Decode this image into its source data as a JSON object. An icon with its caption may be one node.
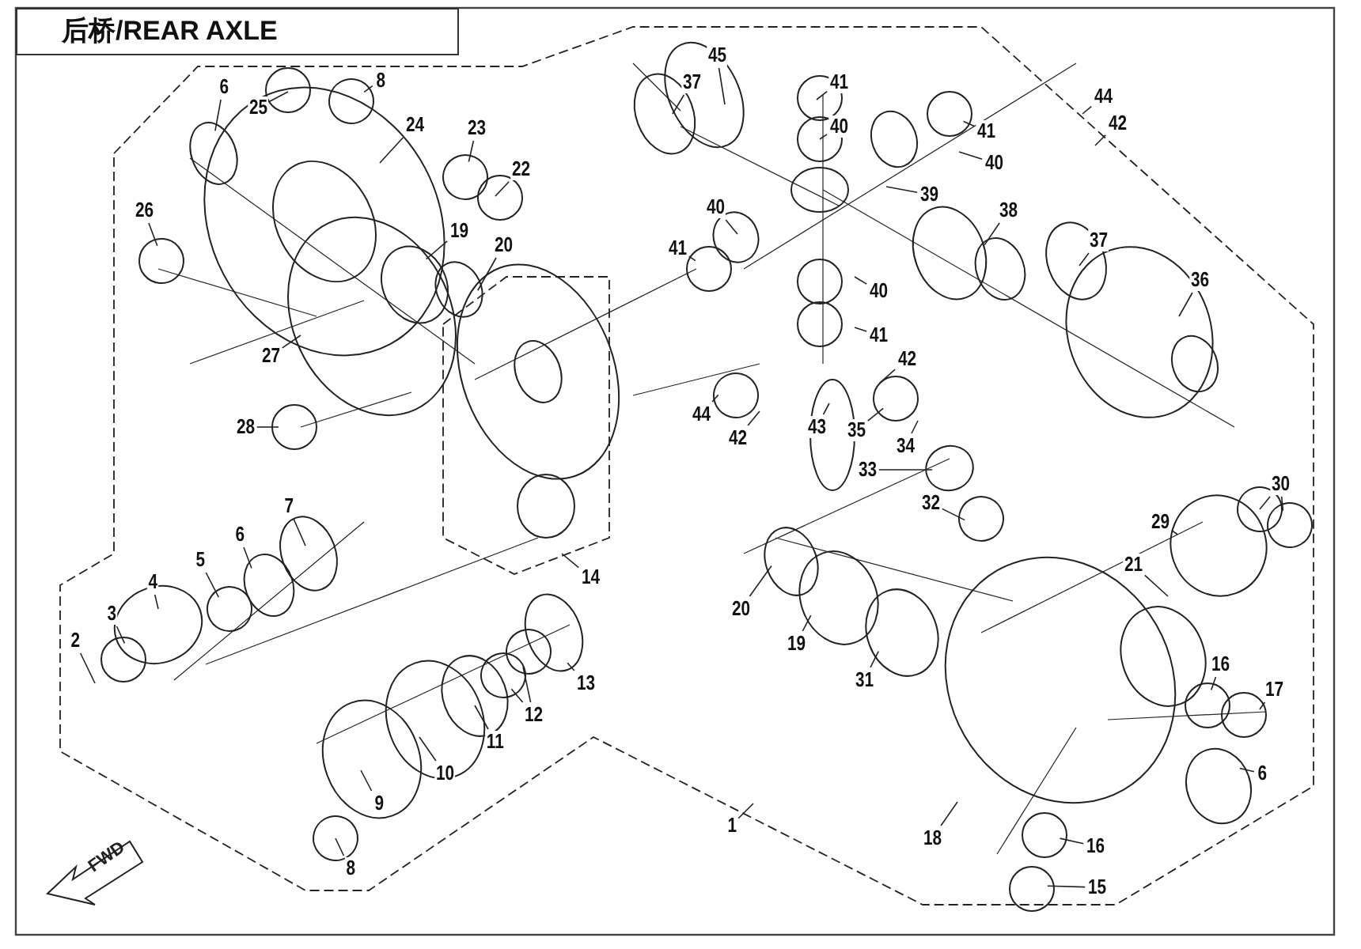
{
  "diagram": {
    "title": "后桥/REAR AXLE",
    "nodes": [
      {
        "text": [
          "6"
        ]
      },
      {
        "text": [
          "25"
        ]
      },
      {
        "text": [
          "8"
        ]
      },
      {
        "text": [
          "24"
        ]
      },
      {
        "text": [
          "23"
        ]
      },
      {
        "text": [
          "22"
        ]
      },
      {
        "text": [
          "26"
        ]
      },
      {
        "text": [
          "19"
        ]
      },
      {
        "text": [
          "20"
        ]
      },
      {
        "text": [
          "27"
        ]
      },
      {
        "text": [
          "28"
        ]
      },
      {
        "text": [
          "37"
        ]
      },
      {
        "text": [
          "45"
        ]
      },
      {
        "text": [
          "41"
        ]
      },
      {
        "text": [
          "40"
        ]
      },
      {
        "text": [
          "44"
        ]
      },
      {
        "text": [
          "42"
        ]
      },
      {
        "text": [
          "41"
        ]
      },
      {
        "text": [
          "40"
        ]
      },
      {
        "text": [
          "39"
        ]
      },
      {
        "text": [
          "38"
        ]
      },
      {
        "text": [
          "37"
        ]
      },
      {
        "text": [
          "36"
        ]
      },
      {
        "text": [
          "40"
        ]
      },
      {
        "text": [
          "41"
        ]
      },
      {
        "text": [
          "40"
        ]
      },
      {
        "text": [
          "41"
        ]
      },
      {
        "text": [
          "42"
        ]
      },
      {
        "text": [
          "44"
        ]
      },
      {
        "text": [
          "42"
        ]
      },
      {
        "text": [
          "43"
        ]
      },
      {
        "text": [
          "35"
        ]
      },
      {
        "text": [
          "34"
        ]
      },
      {
        "text": [
          "33"
        ]
      },
      {
        "text": [
          "32"
        ]
      },
      {
        "text": [
          "30"
        ]
      },
      {
        "text": [
          "29"
        ]
      },
      {
        "text": [
          "21"
        ]
      },
      {
        "text": [
          "14"
        ]
      },
      {
        "text": [
          "7"
        ]
      },
      {
        "text": [
          "6"
        ]
      },
      {
        "text": [
          "5"
        ]
      },
      {
        "text": [
          "4"
        ]
      },
      {
        "text": [
          "3"
        ]
      },
      {
        "text": [
          "2"
        ]
      },
      {
        "text": [
          "20"
        ]
      },
      {
        "text": [
          "19"
        ]
      },
      {
        "text": [
          "31"
        ]
      },
      {
        "text": [
          "16"
        ]
      },
      {
        "text": [
          "17"
        ]
      },
      {
        "text": [
          "6"
        ]
      },
      {
        "text": [
          "13"
        ]
      },
      {
        "text": [
          "12"
        ]
      },
      {
        "text": [
          "11"
        ]
      },
      {
        "text": [
          "10"
        ]
      },
      {
        "text": [
          "9"
        ]
      },
      {
        "text": [
          "1"
        ]
      },
      {
        "text": [
          "18"
        ]
      },
      {
        "text": [
          "16"
        ]
      },
      {
        "text": [
          "8"
        ]
      },
      {
        "text": [
          "15"
        ]
      }
    ],
    "edges": [
      {
        "from": 0,
        "to": null,
        "arrow": "none"
      },
      {
        "from": 1,
        "to": null,
        "arrow": "none"
      },
      {
        "from": 2,
        "to": null,
        "arrow": "none"
      },
      {
        "from": 3,
        "to": null,
        "arrow": "none"
      },
      {
        "from": 4,
        "to": null,
        "arrow": "none"
      },
      {
        "from": 5,
        "to": null,
        "arrow": "none"
      },
      {
        "from": 6,
        "to": null,
        "arrow": "none"
      },
      {
        "from": 7,
        "to": null,
        "arrow": "none"
      },
      {
        "from": 8,
        "to": null,
        "arrow": "none"
      },
      {
        "from": 9,
        "to": null,
        "arrow": "none"
      },
      {
        "from": 10,
        "to": null,
        "arrow": "none"
      },
      {
        "from": 11,
        "to": null,
        "arrow": "none"
      },
      {
        "from": 12,
        "to": null,
        "arrow": "none"
      },
      {
        "from": 13,
        "to": null,
        "arrow": "none"
      },
      {
        "from": 14,
        "to": null,
        "arrow": "none"
      },
      {
        "from": 15,
        "to": null,
        "arrow": "none"
      },
      {
        "from": 16,
        "to": null,
        "arrow": "none"
      },
      {
        "from": 17,
        "to": null,
        "arrow": "none"
      },
      {
        "from": 18,
        "to": null,
        "arrow": "none"
      },
      {
        "from": 19,
        "to": null,
        "arrow": "none"
      },
      {
        "from": 20,
        "to": null,
        "arrow": "none"
      },
      {
        "from": 21,
        "to": null,
        "arrow": "none"
      },
      {
        "from": 22,
        "to": null,
        "arrow": "none"
      },
      {
        "from": 23,
        "to": null,
        "arrow": "none"
      },
      {
        "from": 24,
        "to": null,
        "arrow": "none"
      },
      {
        "from": 25,
        "to": null,
        "arrow": "none"
      },
      {
        "from": 26,
        "to": null,
        "arrow": "none"
      },
      {
        "from": 27,
        "to": null,
        "arrow": "none"
      },
      {
        "from": 28,
        "to": null,
        "arrow": "none"
      },
      {
        "from": 29,
        "to": null,
        "arrow": "none"
      },
      {
        "from": 30,
        "to": null,
        "arrow": "none"
      },
      {
        "from": 31,
        "to": null,
        "arrow": "none"
      },
      {
        "from": 32,
        "to": null,
        "arrow": "none"
      },
      {
        "from": 33,
        "to": null,
        "arrow": "none"
      },
      {
        "from": 34,
        "to": null,
        "arrow": "none"
      },
      {
        "from": 35,
        "to": null,
        "arrow": "none"
      },
      {
        "from": 36,
        "to": null,
        "arrow": "none"
      },
      {
        "from": 37,
        "to": null,
        "arrow": "none"
      },
      {
        "from": 38,
        "to": null,
        "arrow": "none"
      },
      {
        "from": 39,
        "to": null,
        "arrow": "none"
      },
      {
        "from": 40,
        "to": null,
        "arrow": "none"
      },
      {
        "from": 41,
        "to": null,
        "arrow": "none"
      },
      {
        "from": 42,
        "to": null,
        "arrow": "none"
      },
      {
        "from": 43,
        "to": null,
        "arrow": "none"
      },
      {
        "from": 44,
        "to": null,
        "arrow": "none"
      },
      {
        "from": 45,
        "to": null,
        "arrow": "none"
      },
      {
        "from": 46,
        "to": null,
        "arrow": "none"
      },
      {
        "from": 47,
        "to": null,
        "arrow": "none"
      },
      {
        "from": 48,
        "to": null,
        "arrow": "none"
      },
      {
        "from": 49,
        "to": null,
        "arrow": "none"
      },
      {
        "from": 50,
        "to": null,
        "arrow": "none"
      },
      {
        "from": 51,
        "to": null,
        "arrow": "none"
      },
      {
        "from": 52,
        "to": null,
        "arrow": "none"
      },
      {
        "from": 53,
        "to": null,
        "arrow": "none"
      },
      {
        "from": 54,
        "to": null,
        "arrow": "none"
      },
      {
        "from": 55,
        "to": null,
        "arrow": "none"
      },
      {
        "from": 56,
        "to": null,
        "arrow": "none"
      },
      {
        "from": 57,
        "to": null,
        "arrow": "none"
      },
      {
        "from": 58,
        "to": null,
        "arrow": "none"
      },
      {
        "from": 59,
        "to": null,
        "arrow": "none"
      },
      {
        "from": 60,
        "to": null,
        "arrow": "none"
      },
      {
        "from": 52,
        "to": null,
        "arrow": "none"
      },
      {
        "from": 35,
        "to": null,
        "arrow": "none"
      }
    ],
    "labels": [
      "FWD"
    ]
  }
}
